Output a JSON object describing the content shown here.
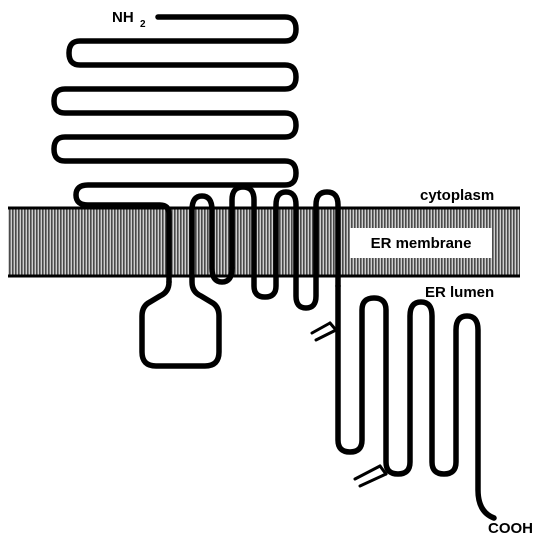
{
  "labels": {
    "n_terminus": "NH",
    "n_terminus_subscript": "2",
    "cytoplasm": "cytoplasm",
    "membrane": "ER membrane",
    "lumen": "ER lumen",
    "c_terminus": "COOH"
  },
  "colors": {
    "membrane_stripe_dark": "#4a4a4a",
    "membrane_stripe_light": "#cfcfcf",
    "chain": "#000000",
    "background": "#ffffff"
  },
  "features": {
    "membrane_texture": "vertical-hatching",
    "glycosylation_marks": 2
  }
}
